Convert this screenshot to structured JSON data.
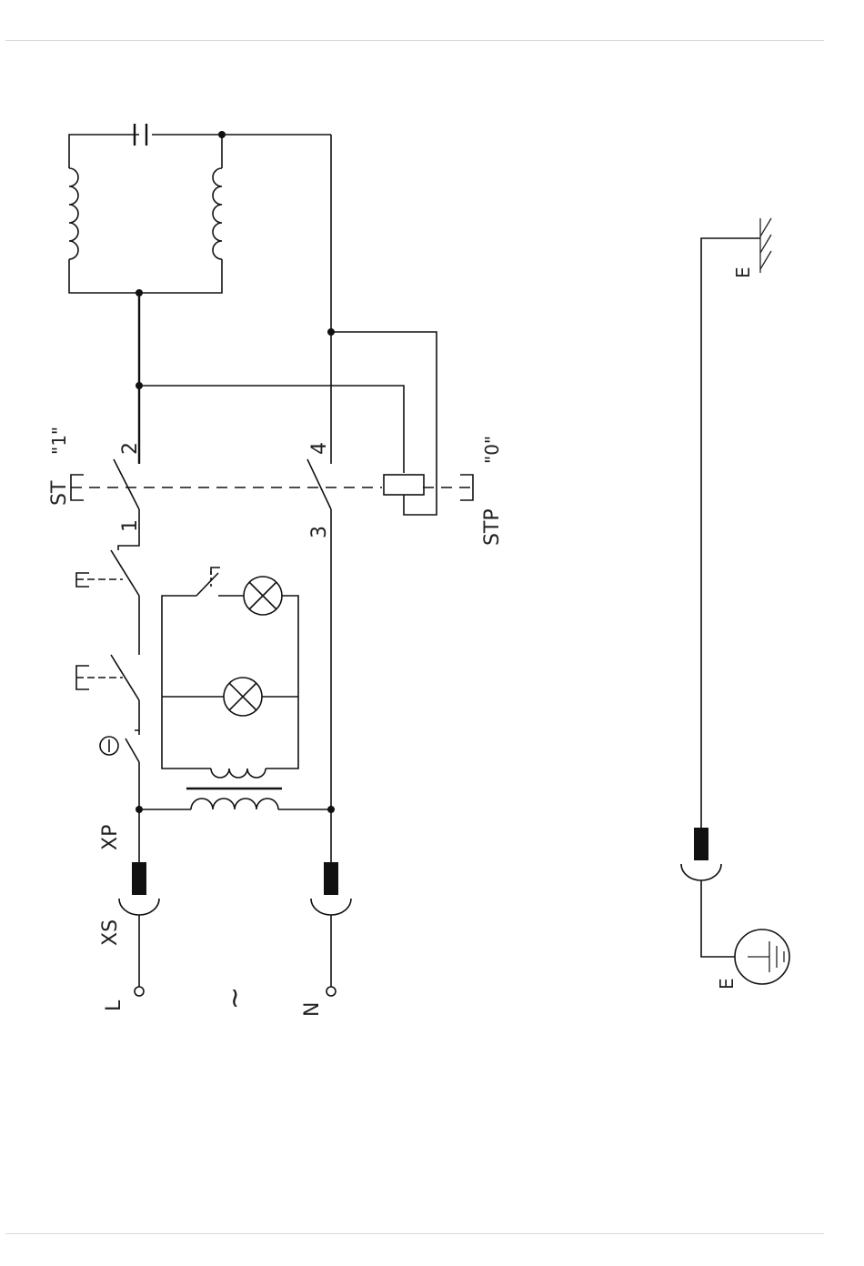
{
  "labels": {
    "st": "ST",
    "st_pos": "\"1\"",
    "stp": "STP",
    "stp_pos": "\"0\"",
    "c1": "1",
    "c2": "2",
    "c3": "3",
    "c4": "4",
    "xs": "XS",
    "xp": "XP",
    "l": "L",
    "n": "N",
    "ac": "~",
    "e1": "E",
    "e2": "E"
  }
}
